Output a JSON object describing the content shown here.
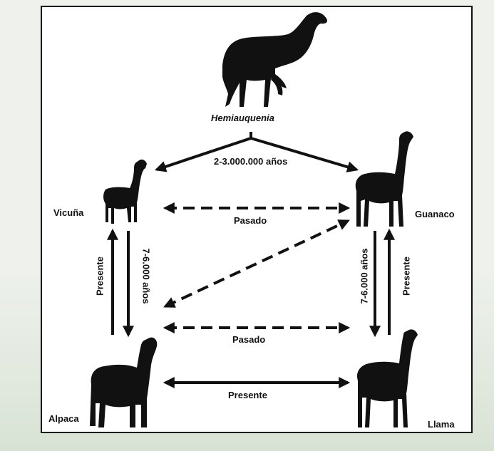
{
  "ancestor": "Hemiauquenia",
  "species": {
    "vicuna": "Vicuña",
    "guanaco": "Guanaco",
    "alpaca": "Alpaca",
    "llama": "Llama"
  },
  "relations": {
    "split": "2-3.000.000 años",
    "domestication_left": "7-6.000 años",
    "domestication_right": "7-6.000 años",
    "vicuna_guanaco": "Pasado",
    "alpaca_llama_past": "Pasado",
    "alpaca_llama_present": "Presente",
    "vicuna_alpaca_present": "Presente",
    "guanaco_llama_present": "Presente"
  }
}
